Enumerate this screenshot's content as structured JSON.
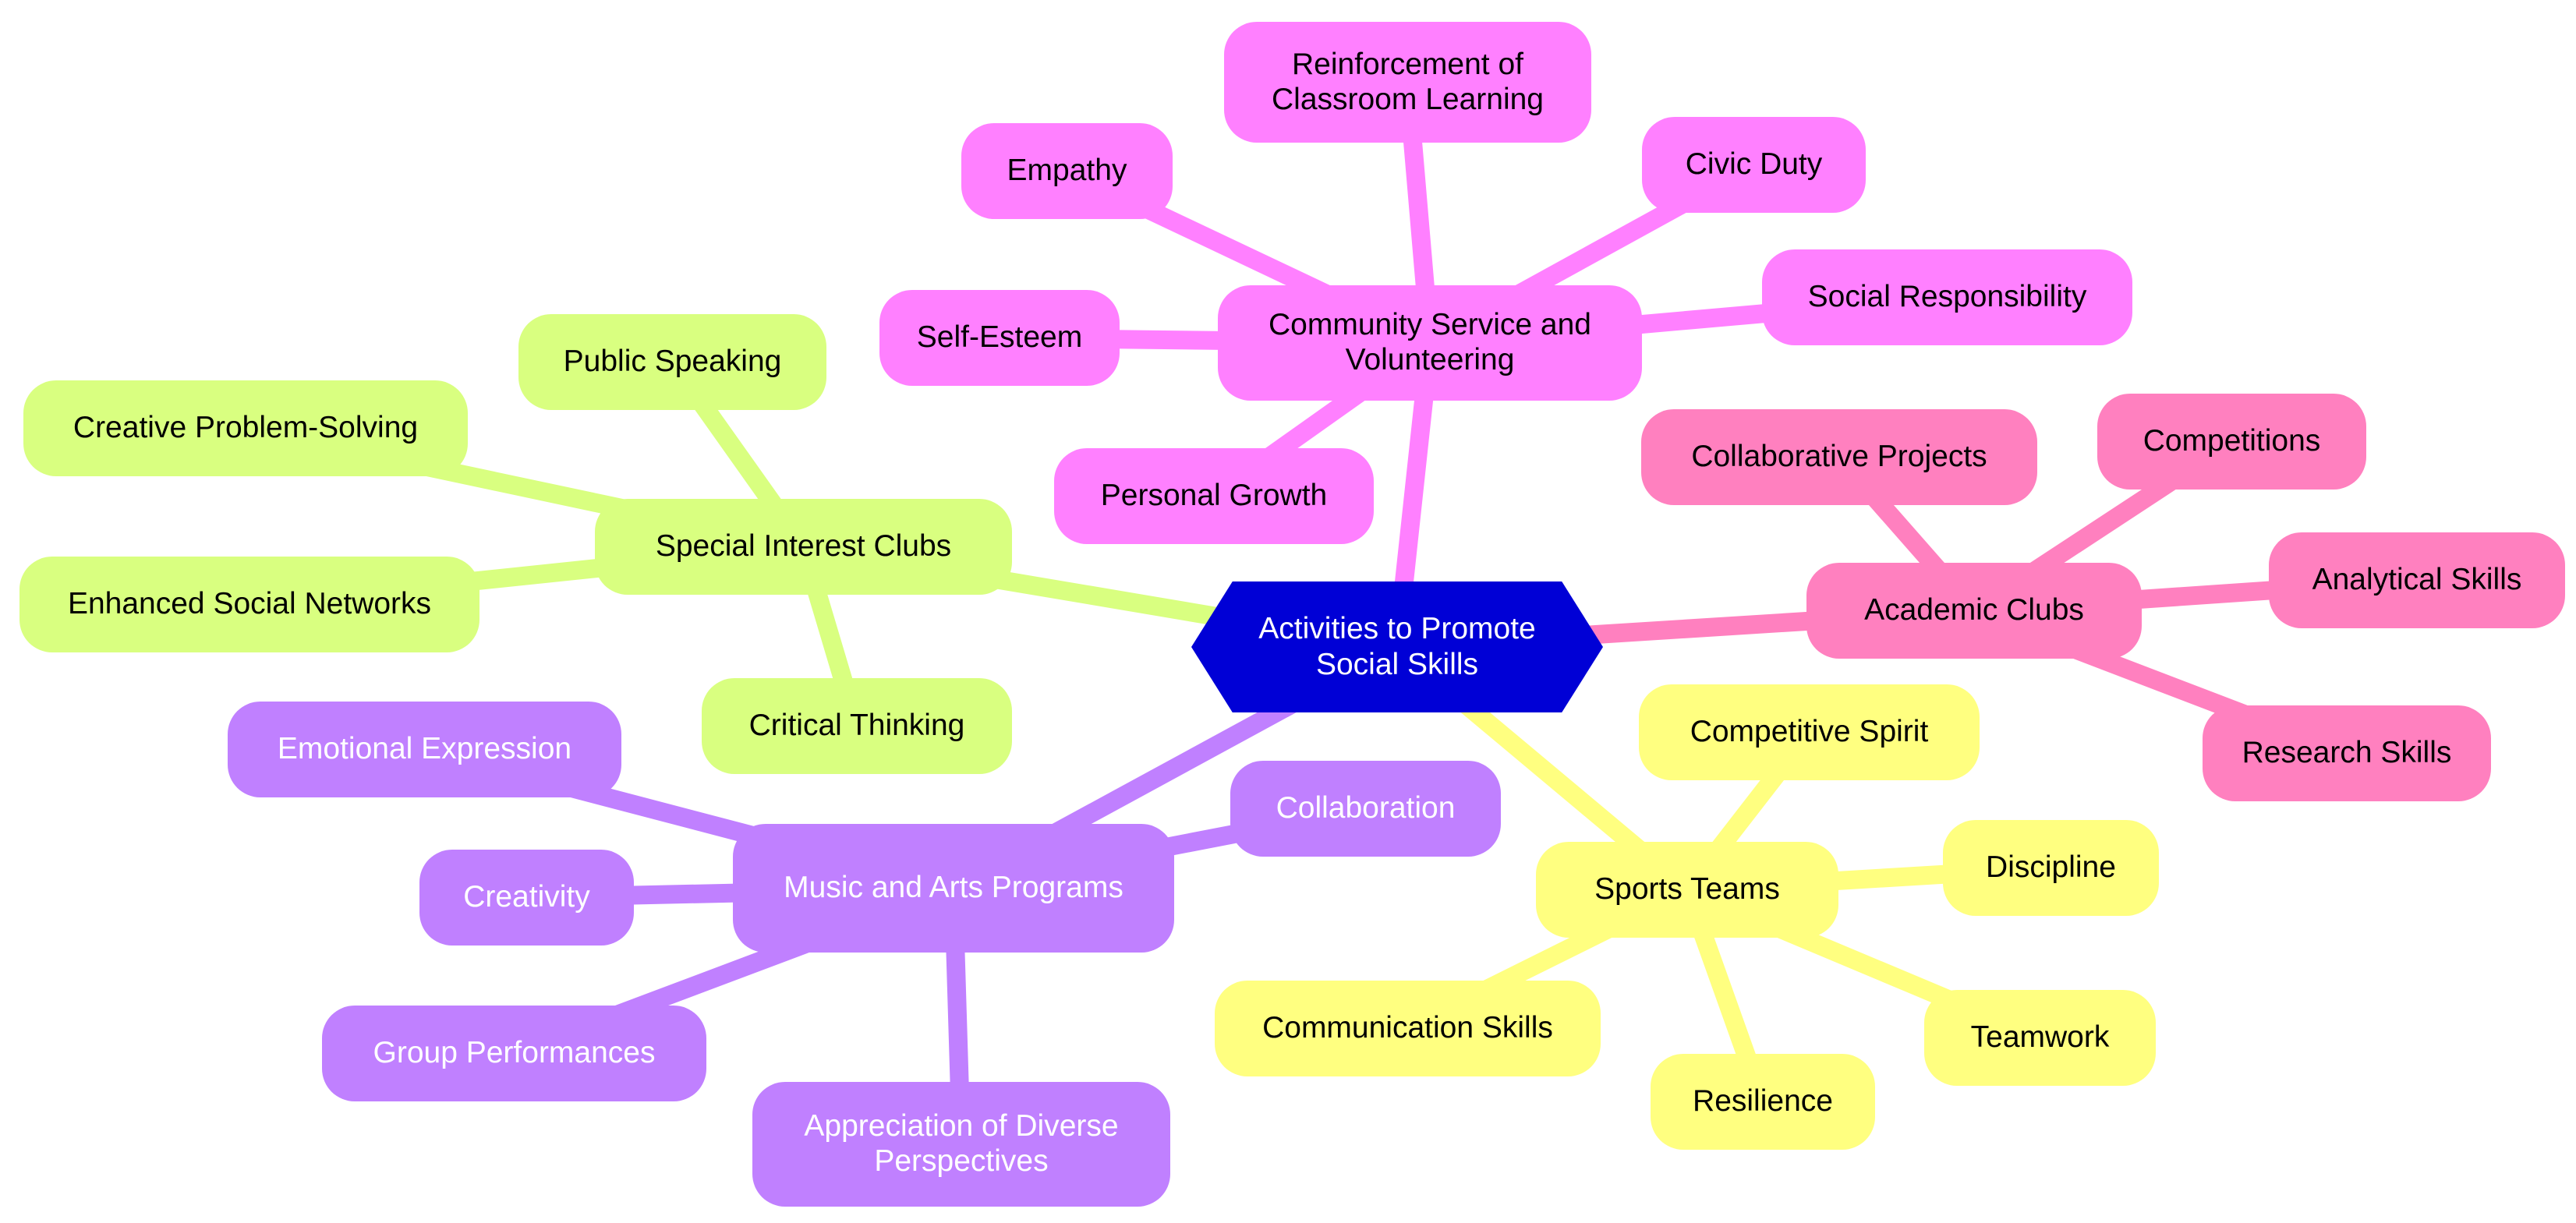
{
  "center": {
    "label": "Activities to Promote\nSocial Skills",
    "color": "#0000d6",
    "text_color": "#ffffff"
  },
  "branches": [
    {
      "key": "community",
      "label": "Community Service and\nVolunteering",
      "color": "#ff80ff",
      "text_color": "#000000",
      "children": [
        {
          "key": "reinforcement",
          "label": "Reinforcement of\nClassroom Learning"
        },
        {
          "key": "empathy",
          "label": "Empathy"
        },
        {
          "key": "civic-duty",
          "label": "Civic Duty"
        },
        {
          "key": "social-responsibility",
          "label": "Social Responsibility"
        },
        {
          "key": "self-esteem",
          "label": "Self-Esteem"
        },
        {
          "key": "personal-growth",
          "label": "Personal Growth"
        }
      ]
    },
    {
      "key": "special-interest",
      "label": "Special Interest Clubs",
      "color": "#d9ff80",
      "text_color": "#000000",
      "children": [
        {
          "key": "public-speaking",
          "label": "Public Speaking"
        },
        {
          "key": "creative-problem-solving",
          "label": "Creative Problem-Solving"
        },
        {
          "key": "enhanced-social-networks",
          "label": "Enhanced Social Networks"
        },
        {
          "key": "critical-thinking",
          "label": "Critical Thinking"
        }
      ]
    },
    {
      "key": "academic",
      "label": "Academic Clubs",
      "color": "#ff80bf",
      "text_color": "#000000",
      "children": [
        {
          "key": "collaborative-projects",
          "label": "Collaborative Projects"
        },
        {
          "key": "competitions",
          "label": "Competitions"
        },
        {
          "key": "analytical-skills",
          "label": "Analytical Skills"
        },
        {
          "key": "research-skills",
          "label": "Research Skills"
        }
      ]
    },
    {
      "key": "sports",
      "label": "Sports Teams",
      "color": "#ffff80",
      "text_color": "#000000",
      "children": [
        {
          "key": "competitive-spirit",
          "label": "Competitive Spirit"
        },
        {
          "key": "discipline",
          "label": "Discipline"
        },
        {
          "key": "teamwork",
          "label": "Teamwork"
        },
        {
          "key": "resilience",
          "label": "Resilience"
        },
        {
          "key": "communication-skills",
          "label": "Communication Skills"
        }
      ]
    },
    {
      "key": "music-arts",
      "label": "Music and Arts Programs",
      "color": "#c080ff",
      "text_color": "#ffffff",
      "children": [
        {
          "key": "emotional-expression",
          "label": "Emotional Expression"
        },
        {
          "key": "collaboration",
          "label": "Collaboration"
        },
        {
          "key": "creativity",
          "label": "Creativity"
        },
        {
          "key": "group-performances",
          "label": "Group Performances"
        },
        {
          "key": "appreciation-diverse",
          "label": "Appreciation of Diverse\nPerspectives"
        }
      ]
    }
  ]
}
